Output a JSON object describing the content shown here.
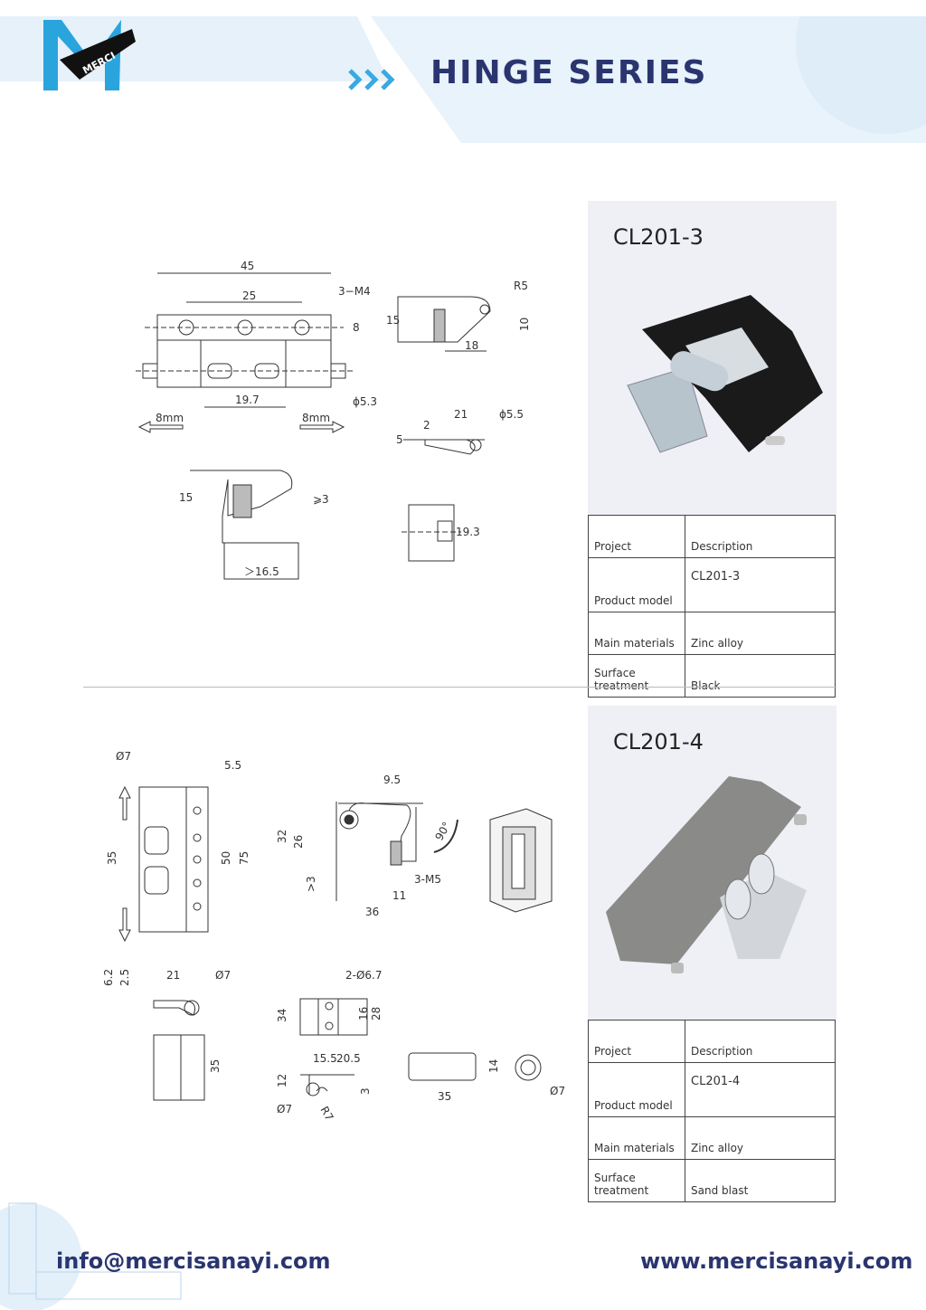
{
  "header": {
    "logo_text": "MERCI",
    "title": "HINGE SERIES"
  },
  "products": [
    {
      "name": "CL201-3",
      "spec": {
        "head_project": "Project",
        "head_description": "Description",
        "model_label": "Product model",
        "model_value": "CL201-3",
        "materials_label": "Main materials",
        "materials_value": "Zinc alloy",
        "surface_label": "Surface treatment",
        "surface_value": "Black"
      },
      "dims": {
        "d45": "45",
        "d25": "25",
        "m4": "3−M4",
        "d8": "8",
        "d197": "19.7",
        "phi53": "ϕ5.3",
        "mm8a": "8mm",
        "mm8b": "8mm",
        "r5": "R5",
        "d15a": "15",
        "d10": "10",
        "d18": "18",
        "d21": "21",
        "phi55": "ϕ5.5",
        "d2": "2",
        "d5": "5",
        "d15b": "15",
        "ge3": "⩾3",
        "gt165": "＞16.5",
        "d193": "19.3"
      }
    },
    {
      "name": "CL201-4",
      "spec": {
        "head_project": "Project",
        "head_description": "Description",
        "model_label": "Product model",
        "model_value": "CL201-4",
        "materials_label": "Main materials",
        "materials_value": "Zinc alloy",
        "surface_label": "Surface treatment",
        "surface_value": "Sand blast"
      },
      "dims": {
        "phi7a": "Ø7",
        "d55": "5.5",
        "d35a": "35",
        "d50": "50",
        "d75": "75",
        "d95": "9.5",
        "d32": "32",
        "d26": "26",
        "gt3": ">3",
        "m5": "3-M5",
        "d11": "11",
        "d36": "36",
        "deg90": "90°",
        "d62": "6.2",
        "d25": "2.5",
        "d21": "21",
        "phi7b": "Ø7",
        "d35b": "35",
        "phi67": "2-Ø6.7",
        "d34": "34",
        "d16": "16",
        "d28": "28",
        "d155": "15.5",
        "d205": "20.5",
        "d12": "12",
        "d3": "3",
        "phi7c": "Ø7",
        "r7": "R7",
        "d35c": "35",
        "d14": "14",
        "phi7d": "Ø7"
      }
    }
  ],
  "footer": {
    "email": "info@mercisanayi.com",
    "website": "www.mercisanayi.com"
  },
  "colors": {
    "brand": "#2a3570",
    "logo_blue": "#2aa4dc",
    "header_band": "#e8f3fb",
    "panel": "#eef0f5",
    "arrows": "#39a9e1"
  }
}
